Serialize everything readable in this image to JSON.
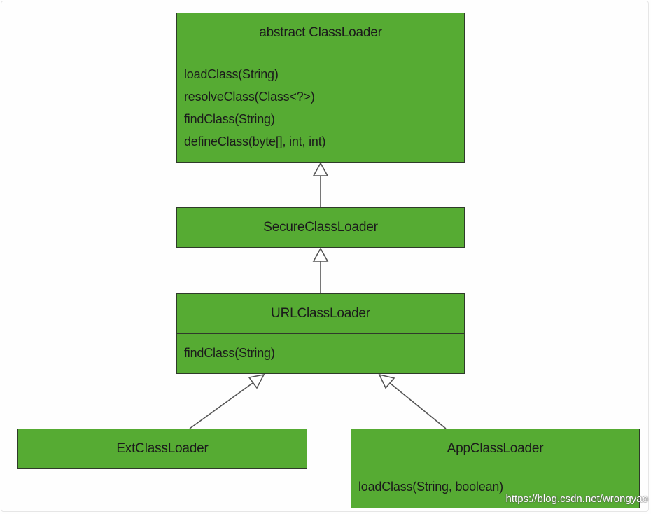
{
  "classes": {
    "classloader": {
      "name": "abstract ClassLoader",
      "methods": [
        "loadClass(String)",
        "resolveClass(Class<?>)",
        "findClass(String)",
        "defineClass(byte[], int, int)"
      ]
    },
    "secure": {
      "name": "SecureClassLoader"
    },
    "url": {
      "name": "URLClassLoader",
      "methods": [
        "findClass(String)"
      ]
    },
    "ext": {
      "name": "ExtClassLoader"
    },
    "app": {
      "name": "AppClassLoader",
      "methods": [
        "loadClass(String, boolean)"
      ]
    }
  },
  "relations": [
    {
      "from": "secure",
      "to": "classloader",
      "type": "inheritance"
    },
    {
      "from": "url",
      "to": "secure",
      "type": "inheritance"
    },
    {
      "from": "ext",
      "to": "url",
      "type": "inheritance"
    },
    {
      "from": "app",
      "to": "url",
      "type": "inheritance"
    }
  ],
  "watermark": "https://blog.csdn.net/wrongyao",
  "colors": {
    "box_fill": "#56ab33",
    "box_border": "#2f3a2a",
    "arrow": "#555555"
  }
}
